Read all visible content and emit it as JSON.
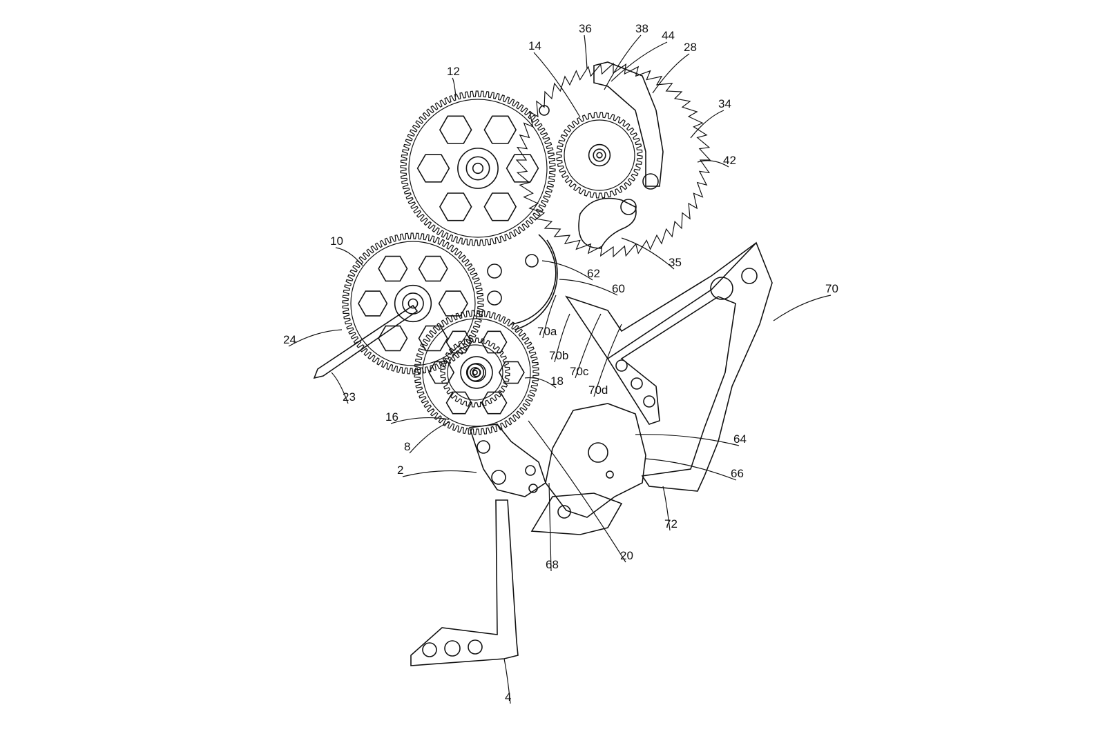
{
  "figure": {
    "labels": [
      {
        "id": "36",
        "text": "36"
      },
      {
        "id": "38",
        "text": "38"
      },
      {
        "id": "44",
        "text": "44"
      },
      {
        "id": "28",
        "text": "28"
      },
      {
        "id": "14",
        "text": "14"
      },
      {
        "id": "12",
        "text": "12"
      },
      {
        "id": "34",
        "text": "34"
      },
      {
        "id": "42",
        "text": "42"
      },
      {
        "id": "35",
        "text": "35"
      },
      {
        "id": "62",
        "text": "62"
      },
      {
        "id": "60",
        "text": "60"
      },
      {
        "id": "70",
        "text": "70"
      },
      {
        "id": "10",
        "text": "10"
      },
      {
        "id": "70a",
        "text": "70a"
      },
      {
        "id": "70b",
        "text": "70b"
      },
      {
        "id": "70c",
        "text": "70c"
      },
      {
        "id": "70d",
        "text": "70d"
      },
      {
        "id": "24",
        "text": "24"
      },
      {
        "id": "18",
        "text": "18"
      },
      {
        "id": "23",
        "text": "23"
      },
      {
        "id": "16",
        "text": "16"
      },
      {
        "id": "64",
        "text": "64"
      },
      {
        "id": "8",
        "text": "8"
      },
      {
        "id": "66",
        "text": "66"
      },
      {
        "id": "2",
        "text": "2"
      },
      {
        "id": "72",
        "text": "72"
      },
      {
        "id": "20",
        "text": "20"
      },
      {
        "id": "68",
        "text": "68"
      },
      {
        "id": "4",
        "text": "4"
      }
    ],
    "line_color": "#111111"
  }
}
